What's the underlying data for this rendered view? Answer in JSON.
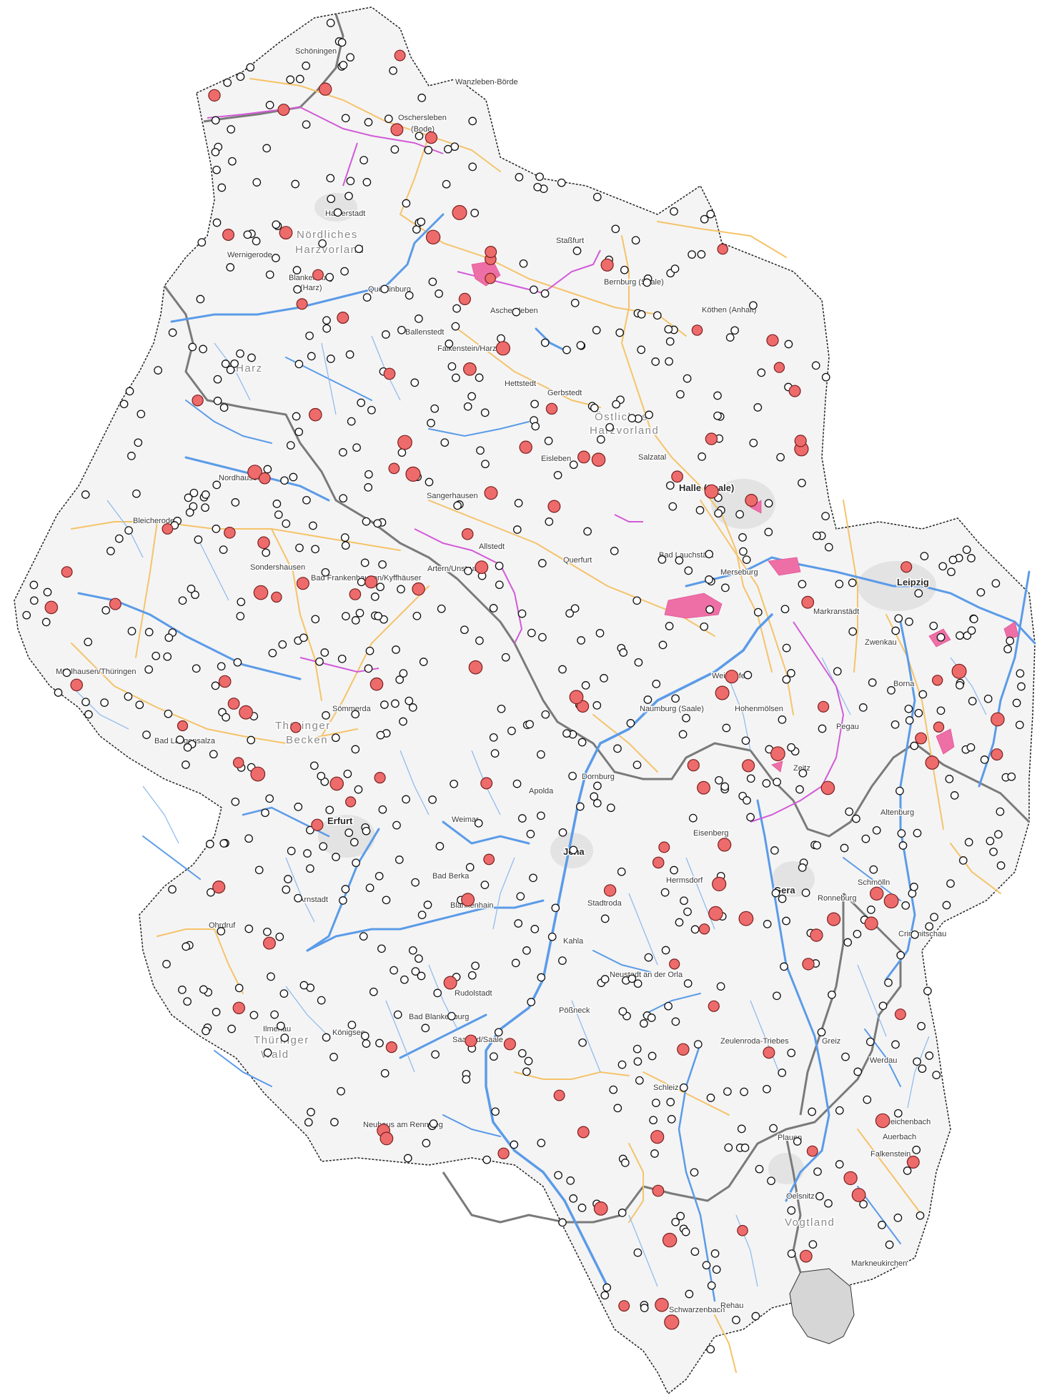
{
  "colors": {
    "region_fill": "#f3f3f3",
    "region_outline": "#333333",
    "river_blue": "#5b9be8",
    "river_orange": "#f5c36a",
    "canal_magenta": "#d25ad8",
    "lake_pink": "#ee6fa6",
    "border_gray": "#777777",
    "station_open": "#ffffff",
    "station_red": "#ee6b6b",
    "urban_gray": "#dcdcdc"
  },
  "region_labels": [
    "Nördliches",
    "Harzvorland",
    "Harz",
    "Östliches",
    "Harzvorland",
    "Thüringer",
    "Becken",
    "Thüringer",
    "Wald",
    "Vogtland"
  ],
  "city_labels": [
    "Schöningen",
    "Wanzleben-Börde",
    "Oschersleben",
    "(Bode)",
    "Halberstadt",
    "Wernigerode",
    "Blankenburg",
    "(Harz)",
    "Quedlinburg",
    "Staßfurt",
    "Bernburg (Saale)",
    "Köthen (Anhalt)",
    "Aschersleben",
    "Ballenstedt",
    "Falkenstein/Harz",
    "Hettstedt",
    "Gerbstedt",
    "Sangerhausen",
    "Eisleben",
    "Salzatal",
    "Halle (Saale)",
    "Nordhausen",
    "Bleicherode",
    "Sondershausen",
    "Bad Frankenhausen/Kyffhäuser",
    "Artern/Unstrut",
    "Allstedt",
    "Querfurt",
    "Bad Lauchstädt",
    "Merseburg",
    "Leipzig",
    "Markranstädt",
    "Zwenkau",
    "Weißenfels",
    "Naumburg (Saale)",
    "Hohenmölsen",
    "Borna",
    "Mühlhausen/Thüringen",
    "Sömmerda",
    "Erfurt",
    "Weimar",
    "Apolda",
    "Dornburg",
    "Jena",
    "Gera",
    "Altenburg",
    "Schmölln",
    "Eisenberg",
    "Hermsdorf",
    "Stadtroda",
    "Kahla",
    "Bad Berka",
    "Blankenhain",
    "Arnstadt",
    "Ilmenau",
    "Ohrdruf",
    "Neustadt an der Orla",
    "Pößneck",
    "Rudolstadt",
    "Bad Blankenburg",
    "Saalfeld/Saale",
    "Schleiz",
    "Zeulenroda-Triebes",
    "Greiz",
    "Werdau",
    "Plauen",
    "Oelsnitz",
    "Auerbach",
    "Falkenstein",
    "Reichenbach",
    "Schwarzenbach",
    "Rehau",
    "Markneukirchen",
    "Königsee",
    "Neuhaus am Rennweg",
    "Bad Langensalza",
    "Zeitz",
    "Pegau",
    "Ronneburg",
    "Crimmitschau"
  ]
}
